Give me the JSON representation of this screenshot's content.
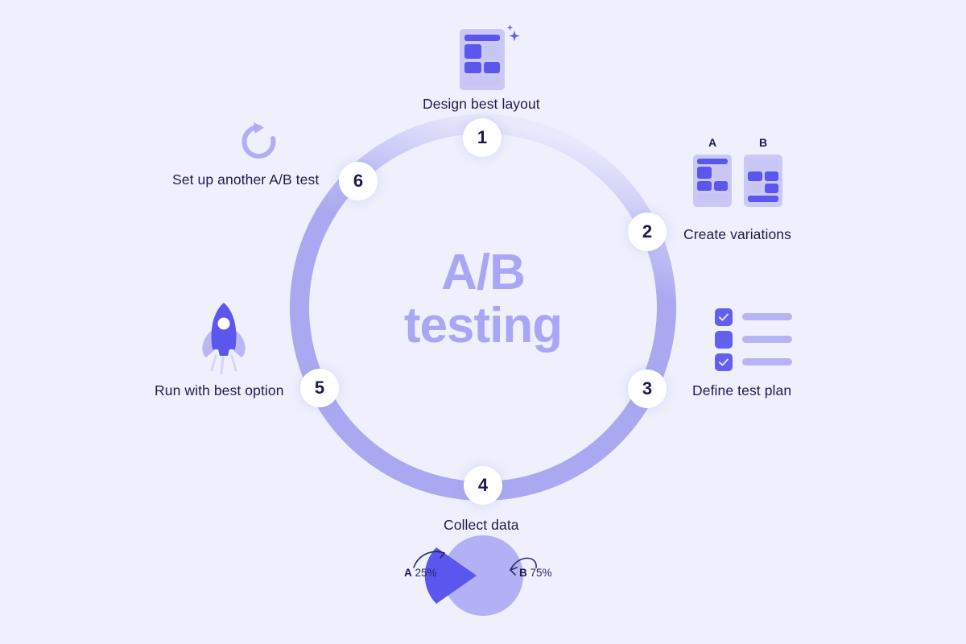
{
  "page": {
    "background_color": "#eef0fd",
    "center_title_line1": "A/B",
    "center_title_line2": "testing",
    "center_title_color": "#a8a6f5",
    "ring_color": "#a9a8f0",
    "accent_dark": "#5b56ee",
    "accent_light": "#c6c5f4",
    "text_color": "#1d1c4f"
  },
  "steps": [
    {
      "number": "1",
      "label": "Design best layout",
      "icon": "layout-mockup-icon",
      "position": "top"
    },
    {
      "number": "2",
      "label": "Create variations",
      "icon": "two-variation-cards-icon",
      "position": "right-upper"
    },
    {
      "number": "3",
      "label": "Define test plan",
      "icon": "checklist-icon",
      "position": "right-lower"
    },
    {
      "number": "4",
      "label": "Collect data",
      "icon": "pie-chart-icon",
      "position": "bottom"
    },
    {
      "number": "5",
      "label": "Run with best option",
      "icon": "rocket-icon",
      "position": "left-lower"
    },
    {
      "number": "6",
      "label": "Set up another A/B test",
      "icon": "refresh-loop-icon",
      "position": "left-upper"
    }
  ],
  "variations": {
    "label_a": "A",
    "label_b": "B"
  },
  "checklist": {
    "items": [
      {
        "state": "checked"
      },
      {
        "state": "filled"
      },
      {
        "state": "checked"
      }
    ]
  },
  "chart_data": {
    "type": "pie",
    "title": "Collect data",
    "categories": [
      "A",
      "B"
    ],
    "values": [
      25,
      75
    ],
    "labels": [
      "A 25%",
      "B 75%"
    ],
    "label_a_name": "A",
    "label_a_value": "25%",
    "label_b_name": "B",
    "label_b_value": "75%",
    "colors": [
      "#5b56ee",
      "#b3b1f5"
    ],
    "exploded_slice": "A",
    "legend": "inline-annotations",
    "grid": false
  }
}
